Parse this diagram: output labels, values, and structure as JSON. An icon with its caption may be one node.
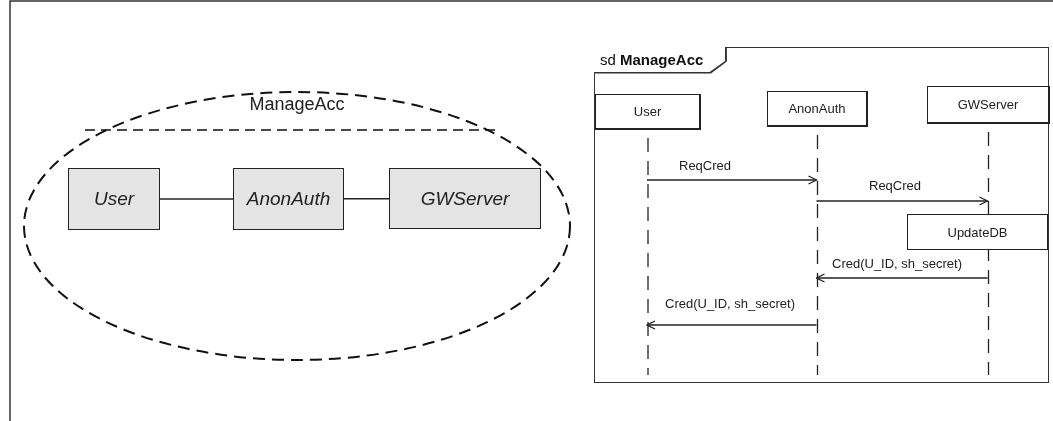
{
  "diagram": {
    "nodes": [
      {
        "text": [
          "ManageAcc"
        ]
      },
      {
        "text": [
          "User"
        ],
        "in": 0
      },
      {
        "text": [
          "AnonAuth"
        ],
        "in": 0
      },
      {
        "text": [
          "GWServer"
        ],
        "in": 0
      },
      {
        "text": [
          "sd **ManageAcc**"
        ]
      },
      {
        "text": [
          "User"
        ],
        "in": 4
      },
      {
        "text": [
          "AnonAuth"
        ],
        "in": 4
      },
      {
        "text": [
          "GWServer"
        ],
        "in": 4
      },
      {
        "text": [
          "UpdateDB"
        ],
        "in": 4
      }
    ],
    "edges": [
      {
        "from": 1,
        "to": 2,
        "arrow": "none"
      },
      {
        "from": 2,
        "to": 3,
        "arrow": "none"
      },
      {
        "from": 5,
        "to": 6,
        "arrow": "to",
        "label": "ReqCred"
      },
      {
        "from": 6,
        "to": 7,
        "arrow": "to",
        "label": "ReqCred"
      },
      {
        "from": 7,
        "to": 6,
        "arrow": "to",
        "label": "Cred(U_ID, sh_secret)"
      },
      {
        "from": 6,
        "to": 5,
        "arrow": "to",
        "label": "Cred(U_ID, sh_secret)"
      }
    ]
  }
}
